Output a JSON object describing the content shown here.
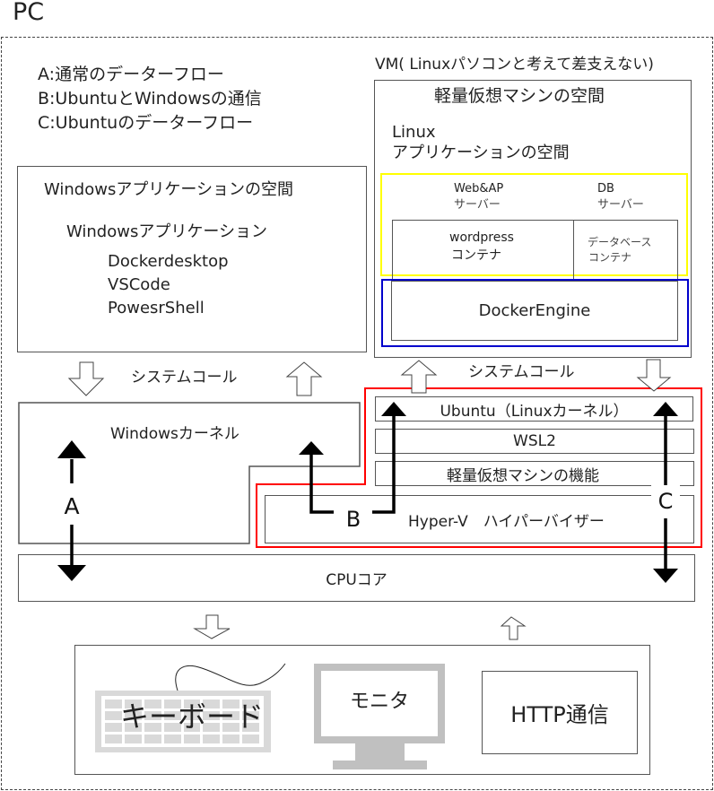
{
  "title": "PC",
  "legend": {
    "a": "A:通常のデーターフロー",
    "b": "B:UbuntuとWindowsの通信",
    "c": "C:Ubuntuのデーターフロー"
  },
  "vm": {
    "caption": "VM( Linuxパソコンと考えて差支えない)",
    "space_title": "軽量仮想マシンの空間",
    "linux_app_line1": "Linux",
    "linux_app_line2": "アプリケーションの空間",
    "web_server_line1": "Web&AP",
    "web_server_line2": "サーバー",
    "db_server_line1": "DB",
    "db_server_line2": "サーバー",
    "wordpress_line1": "wordpress",
    "wordpress_line2": "コンテナ",
    "db_container_line1": "データベース",
    "db_container_line2": "コンテナ",
    "docker_engine": "DockerEngine"
  },
  "windows_app_space": {
    "title": "Windowsアプリケーションの空間",
    "subtitle": "Windowsアプリケーション",
    "apps": [
      "Dockerdesktop",
      "VSCode",
      "PowesrShell"
    ]
  },
  "syscall_left": "システムコール",
  "syscall_right": "システムコール",
  "windows_kernel": "Windowsカーネル",
  "ubuntu_kernel": "Ubuntu（Linuxカーネル）",
  "wsl2": "WSL2",
  "lightweight_vm_feature": "軽量仮想マシンの機能",
  "hypervisor": "Hyper-V　ハイパーバイザー",
  "cpu": "CPUコア",
  "flow_labels": {
    "a": "A",
    "b": "B",
    "c": "C"
  },
  "devices": {
    "keyboard": "キーボード",
    "monitor": "モニタ",
    "http": "HTTP通信"
  },
  "colors": {
    "outline": "#555555",
    "linux_app_highlight": "#ffff00",
    "docker_highlight": "#0000cc",
    "wsl_highlight": "#ff0000",
    "device_gray": "#c0c0c0",
    "key_gray": "#d9d9d9"
  }
}
